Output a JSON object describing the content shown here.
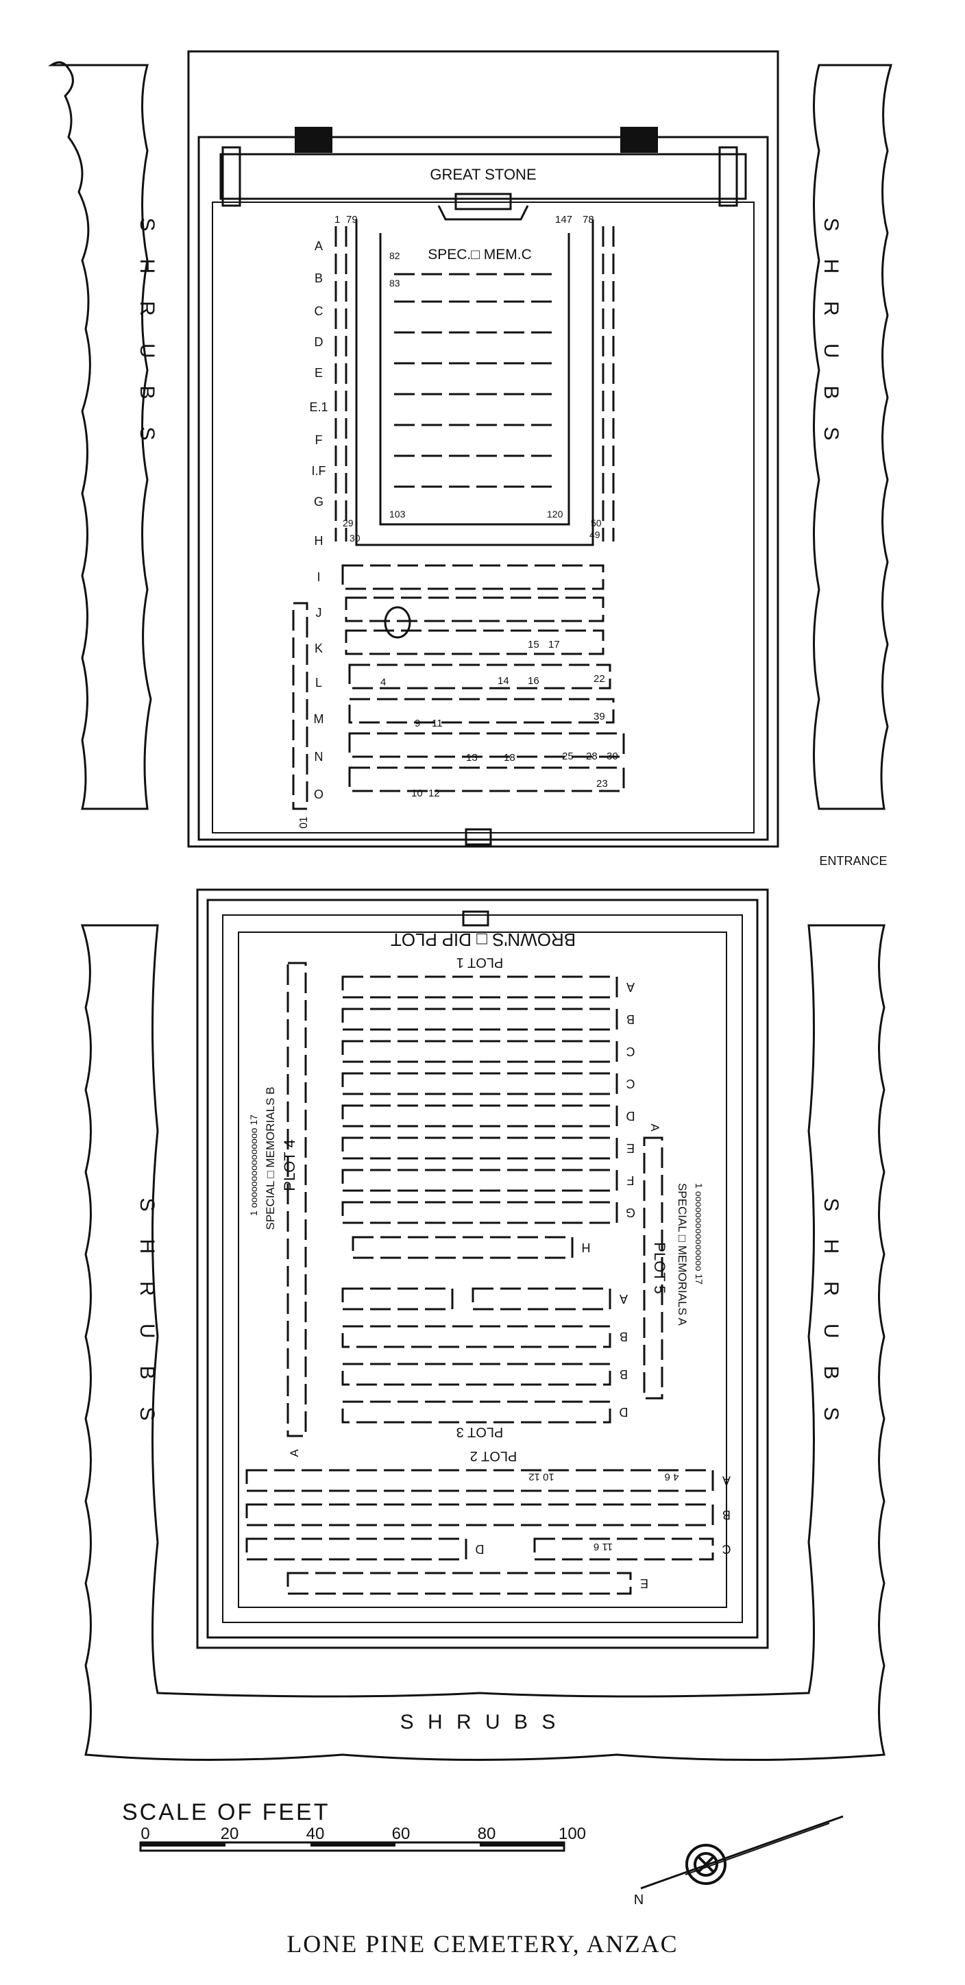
{
  "colors": {
    "ink": "#111111",
    "paper": "#ffffff"
  },
  "labels": {
    "great_stone": "GREAT STONE",
    "spec_mem_c": "SPEC.□ MEM.C",
    "entrance": "ENTRANCE",
    "browns_dip_plot": "BROWN'S □ DIP PLOT",
    "shrubs": "SHRUBS",
    "shrubs_bottom": "S H R U B S",
    "scale_title": "SCALE OF FEET",
    "scale_ticks": [
      "0",
      "20",
      "40",
      "60",
      "80",
      "100"
    ],
    "map_title": "LONE PINE CEMETERY, ANZAC",
    "north_marker": "N"
  },
  "upper": {
    "left_rows": [
      "A",
      "B",
      "C",
      "D",
      "E",
      "E.1",
      "F",
      "I.F",
      "G",
      "H",
      "I",
      "J",
      "K",
      "L",
      "M",
      "N",
      "O"
    ],
    "top_numbers": [
      "1",
      "79",
      "147",
      "78"
    ],
    "inner_numbers": [
      "82",
      "83",
      "103",
      "120",
      "29",
      "30",
      "49",
      "50"
    ],
    "row_numbers": [
      "15",
      "17",
      "4",
      "14",
      "16",
      "22",
      "9",
      "11",
      "39",
      "13",
      "18",
      "25",
      "28",
      "30",
      "10",
      "12",
      "23"
    ],
    "column_mark": "01"
  },
  "lower": {
    "plot1": {
      "label": "PLOT 1",
      "rows": [
        "A",
        "B",
        "C",
        "C",
        "D",
        "E",
        "F",
        "G",
        "H"
      ]
    },
    "plot3": {
      "label": "PLOT 3",
      "rows": [
        "A",
        "B",
        "B",
        "D"
      ]
    },
    "plot2": {
      "label": "PLOT 2",
      "rows": [
        "A",
        "B",
        "C",
        "D",
        "E"
      ],
      "numbers": [
        "10 12",
        "4 6",
        "11 6",
        "D"
      ]
    },
    "plot4": {
      "label": "PLOT 4",
      "special": "SPECIAL □ MEMORIALS B",
      "range": "1 ooooooooooooooo 17",
      "row": "A"
    },
    "plot5": {
      "label": "PLOT 5",
      "special": "SPECIAL □ MEMORIALS A",
      "range": "1 ooooooooooooooo 17",
      "row": "A"
    }
  }
}
